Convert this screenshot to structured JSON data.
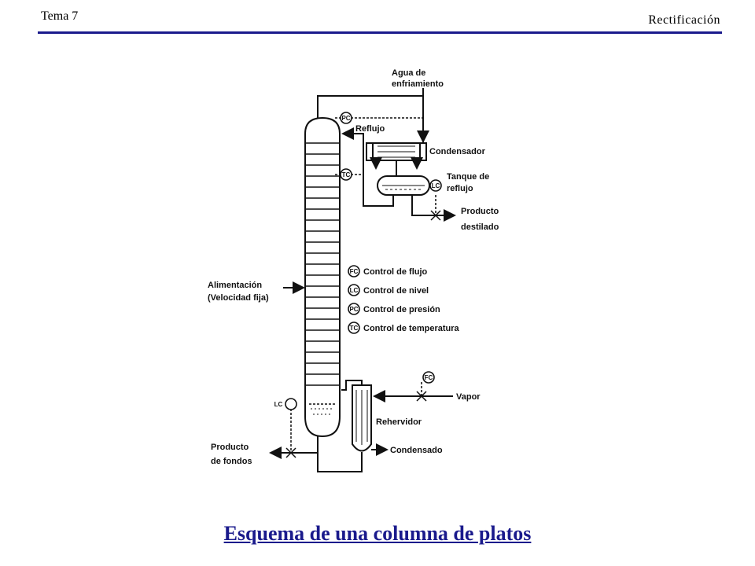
{
  "header": {
    "left": "Tema 7",
    "right": "Rectificación"
  },
  "diagram": {
    "water_line1": "Agua de",
    "water_line2": "enfriamiento",
    "reflux": "Reflujo",
    "condenser": "Condensador",
    "tank_line1": "Tanque de",
    "tank_line2": "reflujo",
    "distillate_line1": "Producto",
    "distillate_line2": "destilado",
    "feed_line1": "Alimentación",
    "feed_line2": "(Velocidad fija)",
    "bottoms_line1": "Producto",
    "bottoms_line2": "de fondos",
    "steam": "Vapor",
    "reboiler": "Rehervidor",
    "condensate": "Condensado",
    "legend": [
      {
        "code": "FC",
        "text": "Control de flujo"
      },
      {
        "code": "LC",
        "text": "Control de nivel"
      },
      {
        "code": "PC",
        "text": "Control de presión"
      },
      {
        "code": "TC",
        "text": "Control de temperatura"
      }
    ],
    "gauges": {
      "pc": "PC",
      "tc": "TC",
      "lc_tank": "LC",
      "lc_bottom": "LC",
      "fc": "FC"
    }
  },
  "caption": "Esquema de una columna de platos"
}
